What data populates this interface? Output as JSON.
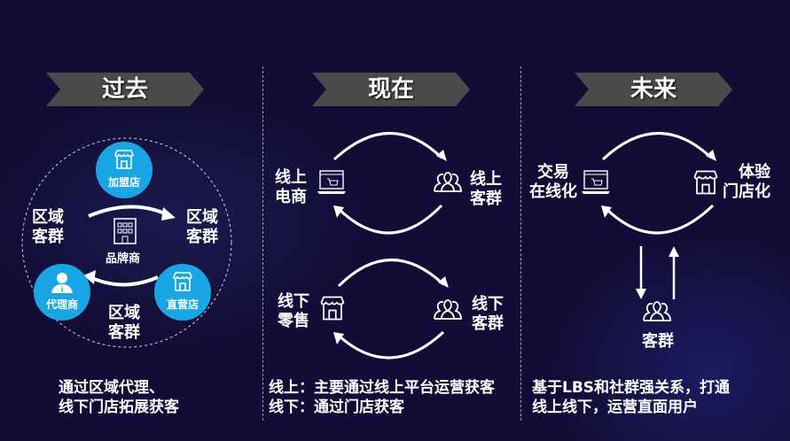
{
  "columns": [
    {
      "title": "过去",
      "center_label": "品牌商",
      "nodes": [
        {
          "label": "加盟店",
          "icon": "storefront-icon"
        },
        {
          "label": "代理商",
          "icon": "agent-person-icon"
        },
        {
          "label": "直营店",
          "icon": "storefront-icon"
        }
      ],
      "regions": [
        "区域\n客群",
        "区域\n客群",
        "区域\n客群"
      ],
      "region_lines": [
        [
          "区域",
          "客群"
        ],
        [
          "区域",
          "客群"
        ],
        [
          "区域",
          "客群"
        ]
      ],
      "caption": [
        "通过区域代理、",
        "线下门店拓展获客"
      ]
    },
    {
      "title": "现在",
      "cycles": [
        {
          "left_label": [
            "线上",
            "电商"
          ],
          "left_icon": "laptop-cart-icon",
          "right_label": [
            "线上",
            "客群"
          ],
          "right_icon": "users-icon"
        },
        {
          "left_label": [
            "线下",
            "零售"
          ],
          "left_icon": "storefront-icon",
          "right_label": [
            "线下",
            "客群"
          ],
          "right_icon": "users-icon"
        }
      ],
      "caption": [
        "线上：主要通过线上平台运营获客",
        "线下：通过门店获客"
      ]
    },
    {
      "title": "未来",
      "left_label": [
        "交易",
        "在线化"
      ],
      "left_icon": "laptop-cart-icon",
      "right_label": [
        "体验",
        "门店化"
      ],
      "right_icon": "storefront-icon",
      "bottom_label": "客群",
      "bottom_icon": "users-icon",
      "caption": [
        "基于LBS和社群强关系，打通",
        "线上线下，运营直面用户"
      ]
    }
  ],
  "colors": {
    "background": "#120d36",
    "bubble": "#1aa6e4",
    "banner": "#4a4a4a",
    "text": "#ffffff"
  }
}
